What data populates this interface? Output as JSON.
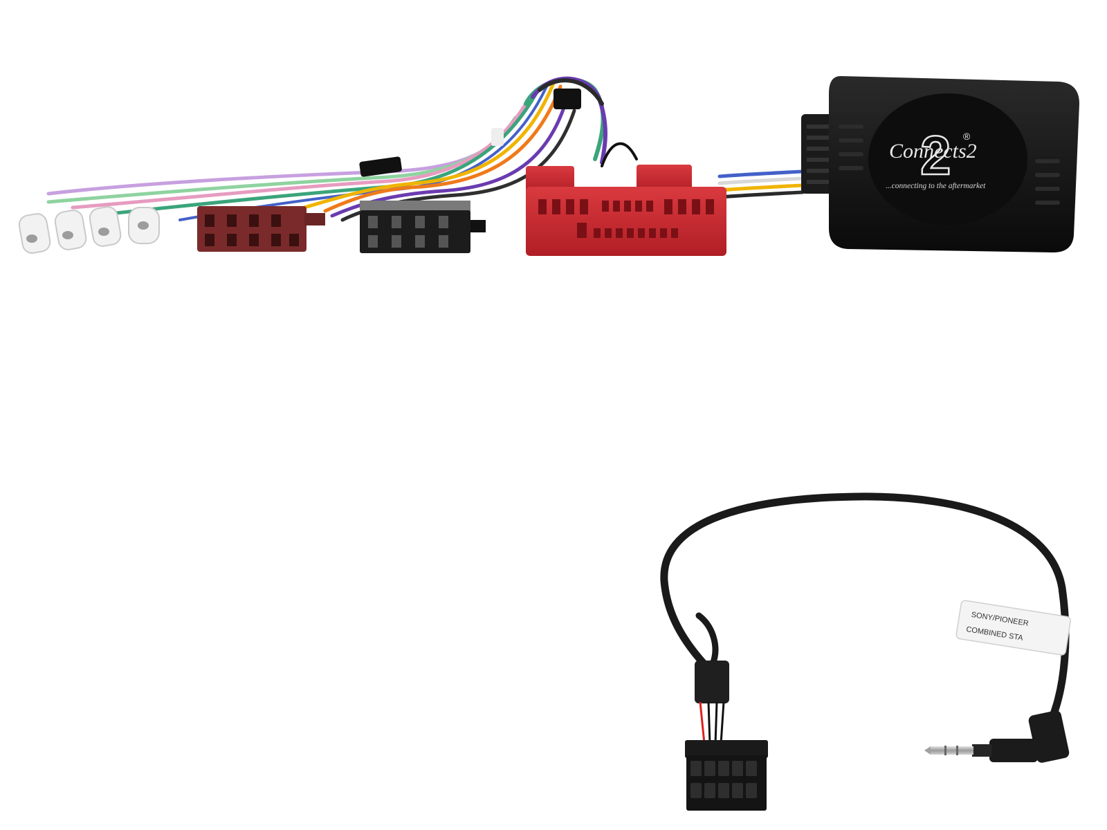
{
  "product": {
    "module_brand": "Connects2",
    "module_brand_numeral": "2",
    "module_brand_registered": "®",
    "module_tagline": "...connecting to the aftermarket"
  },
  "patch_lead": {
    "tag_line_1": "SONY/PIONEER",
    "tag_line_2": "COMBINED STA"
  },
  "colors": {
    "background": "#ffffff",
    "module_body": "#151515",
    "iso_power_connector": "#7a2a2a",
    "iso_speaker_connector": "#1c1c1c",
    "vehicle_connector": "#c8282e",
    "cable": "#1a1a1a",
    "jack_plug_metal": "#b8b8b8"
  },
  "icons": [
    "iso-power-connector-icon",
    "iso-speaker-connector-icon",
    "vehicle-connector-icon",
    "interface-module-icon",
    "jack-plug-icon",
    "molex-connector-icon"
  ]
}
